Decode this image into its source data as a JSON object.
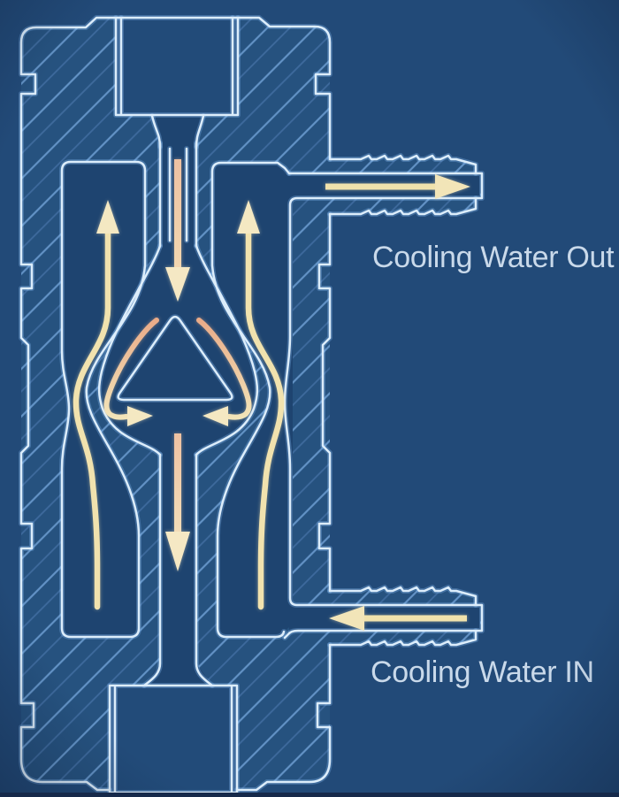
{
  "diagram": {
    "type": "blueprint-cross-section",
    "subject": "Water-cooled tube / cooling water circuit cross-section",
    "labels": {
      "outlet": "Cooling Water Out",
      "inlet": "Cooling Water IN"
    },
    "flow": {
      "outlet_arrow_direction": "right",
      "inlet_arrow_direction": "left",
      "jacket_channels_flow": "upward",
      "center_tube_flow": "downward",
      "deflector_arrows": "converging inward below cone"
    },
    "colors": {
      "background": "#224a78",
      "body_fill": "#26527f",
      "chamber_fill": "#1e4470",
      "outline": "#dcedfb",
      "hatch_bright": "#7aa6d9",
      "hatch_dim": "#5d8ac2",
      "cool_flow": "#f1e2ae",
      "warm_flow": "#eeb795",
      "arrow_head": "#f4e8c2",
      "label_text": "#c9d9ea"
    }
  }
}
